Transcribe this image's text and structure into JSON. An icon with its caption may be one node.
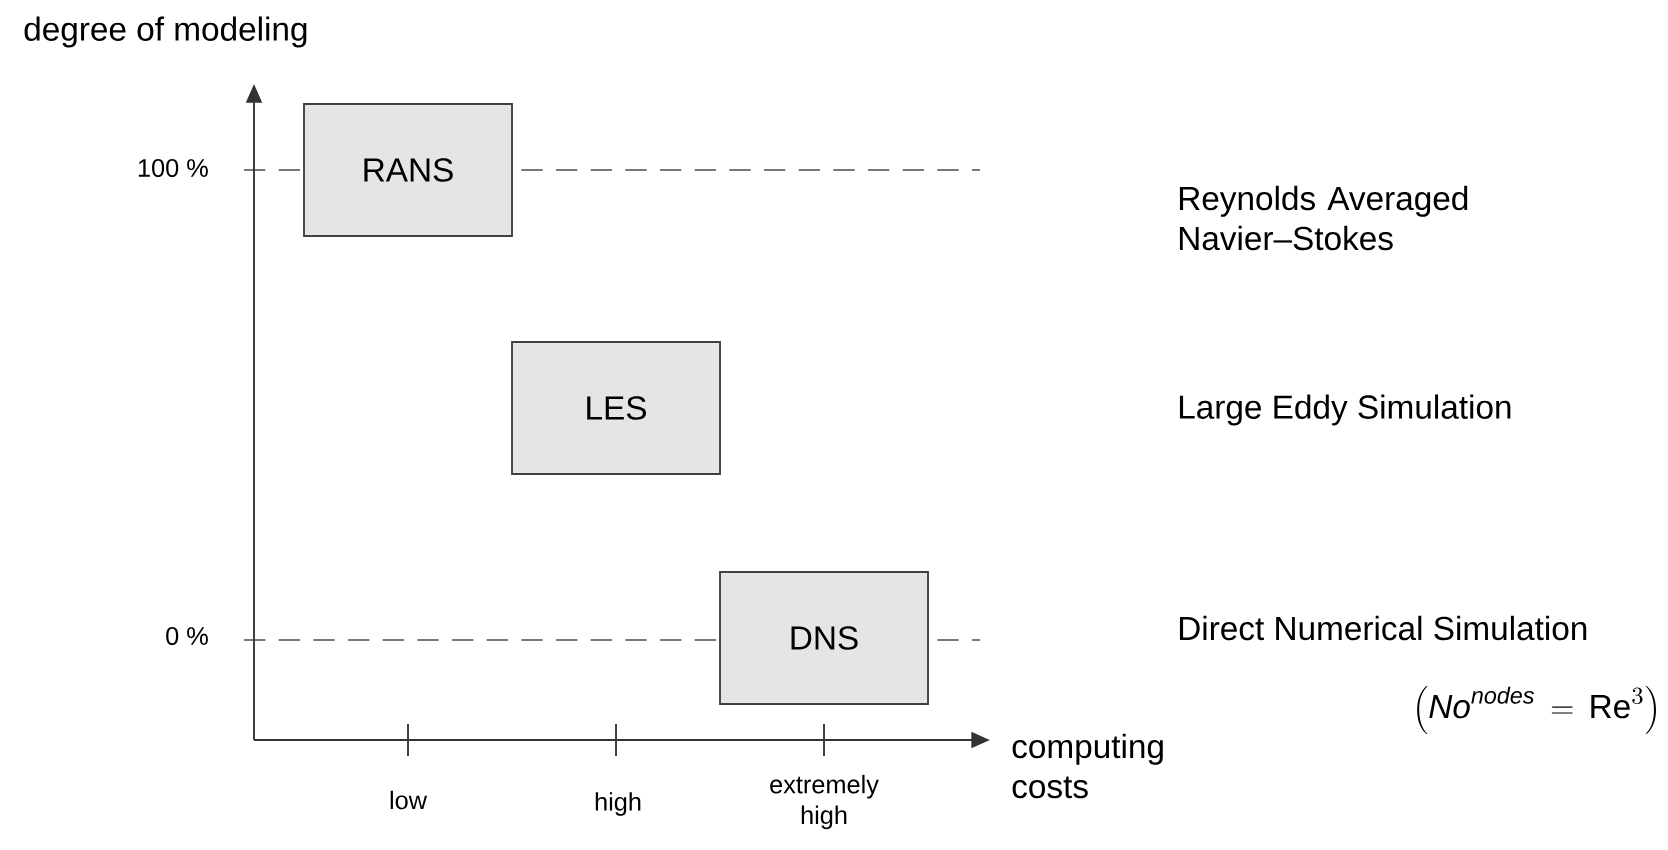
{
  "diagram": {
    "nodes": [
      {
        "text": [
          "RANS"
        ]
      },
      {
        "text": [
          "LES"
        ]
      },
      {
        "text": [
          "DNS"
        ]
      }
    ],
    "labels": [
      "degree of modeling",
      "100 %",
      "Reynolds Averaged Navier–Stokes",
      "Large Eddy Simulation",
      "0 %",
      "Direct Numerical Simulation",
      "\\left(\\mathit{No}^{\\mathit{nodes}} \\,=\\, \\mathrm{Re}^{3}\\right)",
      "computing costs",
      "low",
      "high",
      "extremely high"
    ]
  }
}
